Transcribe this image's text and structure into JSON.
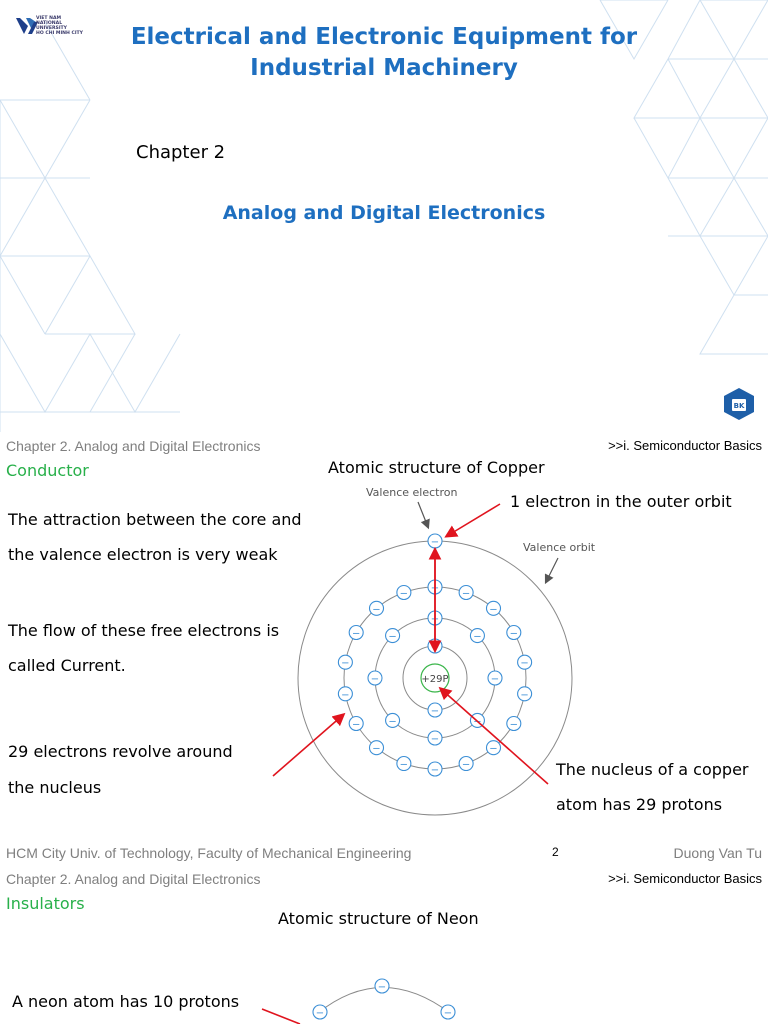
{
  "slide1": {
    "university_logo_text": [
      "VIET NAM",
      "NATIONAL",
      "UNIVERSITY",
      "HO CHI MINH CITY"
    ],
    "title_line1": "Electrical and Electronic Equipment for",
    "title_line2": "Industrial Machinery",
    "chapter": "Chapter 2",
    "subtitle": "Analog and Digital Electronics",
    "bk_logo_text": "BK",
    "colors": {
      "title": "#1e6fc0",
      "triangles": "#cfe0f0"
    }
  },
  "slide2": {
    "header_left": "Chapter 2. Analog and Digital Electronics",
    "header_right": ">>i. Semiconductor Basics",
    "section": "Conductor",
    "atom_title": "Atomic structure of Copper",
    "left_text": [
      "The attraction between the core and",
      "the valence electron is very weak",
      "The flow of these free electrons is",
      "called Current.",
      "29 electrons revolve around",
      "the nucleus"
    ],
    "right_text": [
      "The nucleus of a copper",
      "atom has 29 protons"
    ],
    "outer_orbit_note": "1 electron in the outer orbit",
    "label_valence_electron": "Valence electron",
    "label_valence_orbit": "Valence orbit",
    "nucleus_label": "+29P",
    "electron_symbol": "−",
    "footer_left": "HCM City Univ. of Technology, Faculty of Mechanical Engineering",
    "page_number": "2",
    "footer_right": "Duong Van Tu",
    "colors": {
      "section": "#28b04a",
      "arrows": "#e0141e",
      "electron": "#3c8fd6",
      "nucleus": "#3ab54a"
    }
  },
  "slide3": {
    "header_left": "Chapter 2. Analog and Digital Electronics",
    "header_right": ">>i. Semiconductor Basics",
    "section": "Insulators",
    "atom_title": "Atomic structure of Neon",
    "left_text": [
      "A neon atom has 10 protons"
    ],
    "electron_symbol": "−"
  }
}
